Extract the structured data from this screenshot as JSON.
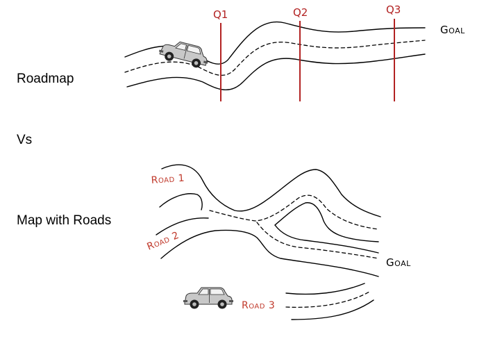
{
  "labels": {
    "roadmap": "Roadmap",
    "vs": "Vs",
    "map_with_roads": "Map with Roads"
  },
  "top_diagram": {
    "milestones": [
      "Q1",
      "Q2",
      "Q3"
    ],
    "goal": "Goal"
  },
  "bottom_diagram": {
    "roads": [
      "Road 1",
      "Road 2",
      "Road 3"
    ],
    "goal": "Goal"
  },
  "colors": {
    "accent_red": "#c0392b",
    "milestone_line": "#b22222",
    "road_stroke": "#000000",
    "car_body": "#c8c8c8"
  }
}
